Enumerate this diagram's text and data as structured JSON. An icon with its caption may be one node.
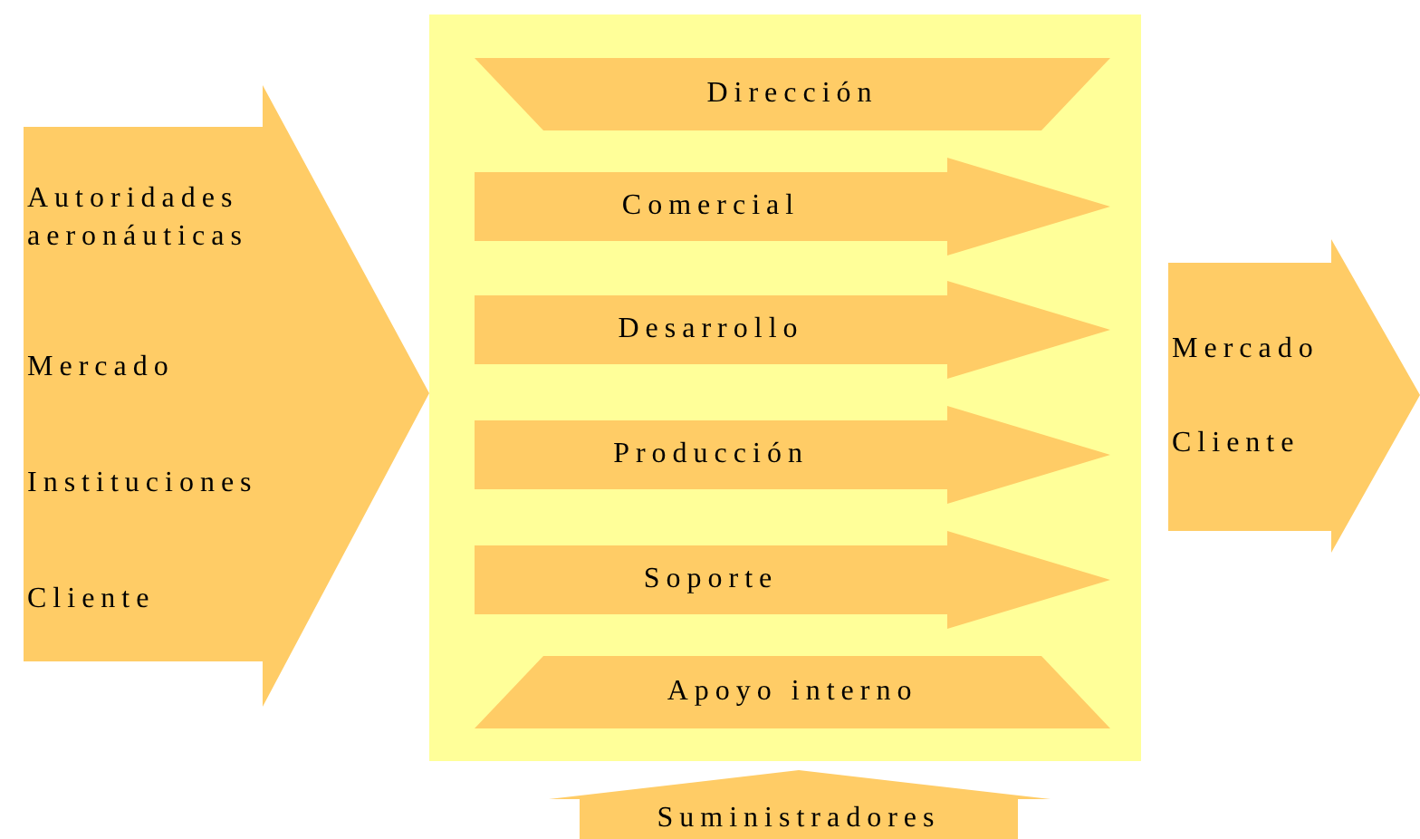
{
  "diagram": {
    "nodes": [
      {
        "text": [
          "Autoridades aeronáuticas",
          "Mercado",
          "Instituciones",
          "Cliente"
        ]
      },
      {
        "text": [],
        "shape": "box"
      },
      {
        "text": [
          "Dirección"
        ],
        "in": 1
      },
      {
        "text": [
          "Comercial"
        ],
        "in": 1
      },
      {
        "text": [
          "Desarrollo"
        ],
        "in": 1
      },
      {
        "text": [
          "Producción"
        ],
        "in": 1
      },
      {
        "text": [
          "Soporte"
        ],
        "in": 1
      },
      {
        "text": [
          "Apoyo interno"
        ],
        "in": 1
      },
      {
        "text": [
          "Mercado",
          "Cliente"
        ]
      },
      {
        "text": [
          "Suministradores"
        ]
      }
    ]
  }
}
